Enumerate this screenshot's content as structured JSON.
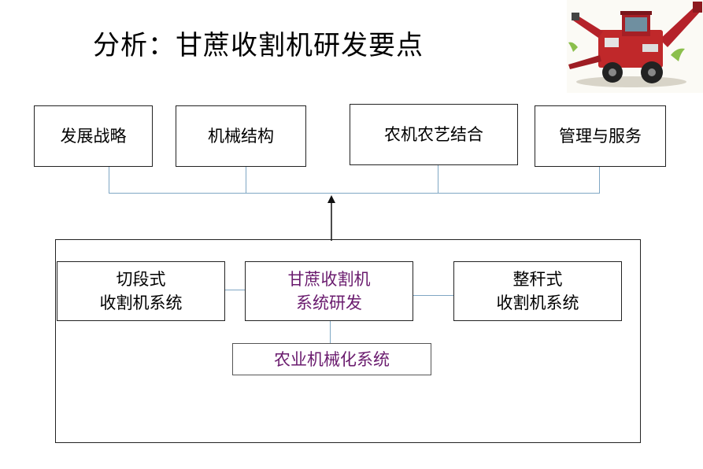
{
  "title": "分析：甘蔗收割机研发要点",
  "top_boxes": [
    {
      "label": "发展战略"
    },
    {
      "label": "机械结构"
    },
    {
      "label": "农机农艺结合"
    },
    {
      "label": "管理与服务"
    }
  ],
  "bottom": {
    "left_line1": "切段式",
    "left_line2": "收割机系统",
    "center_line1": "甘蔗收割机",
    "center_line2": "系统研发",
    "right_line1": "整秆式",
    "right_line2": "收割机系统",
    "under": "农业机械化系统"
  },
  "colors": {
    "purple_text": "#6a1b6e",
    "connector": "#7fa7c4",
    "harvester_red": "#c0282a"
  },
  "icons": {
    "harvester": "sugarcane-harvester-photo"
  }
}
